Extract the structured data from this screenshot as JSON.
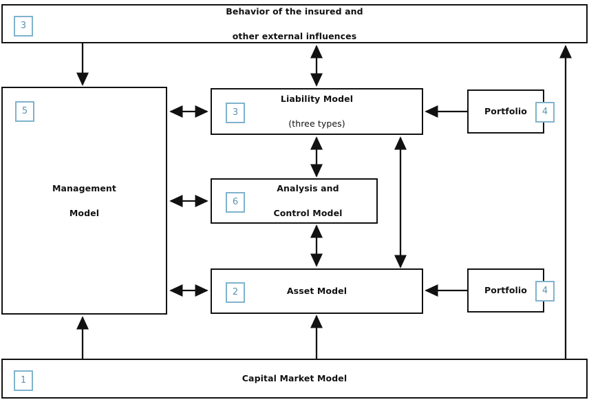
{
  "diagram": {
    "title_text_color": "#111111",
    "badge_color": "#7fb2cc",
    "badge_text_color": "#5a93b0",
    "line_color": "#111111",
    "nodes": {
      "behavior": {
        "badge": "3",
        "line1": "Behavior of the insured and",
        "line2": "other external influences"
      },
      "management": {
        "badge": "5",
        "line1": "Management",
        "line2": "Model"
      },
      "liability": {
        "badge": "3",
        "line1": "Liability Model",
        "line2": "(three types)"
      },
      "analysis": {
        "badge": "6",
        "line1": "Analysis and",
        "line2": "Control Model"
      },
      "asset": {
        "badge": "2",
        "line1": "Asset Model",
        "line2": ""
      },
      "portfolio_top": {
        "badge": "4",
        "line1": "Portfolio",
        "line2": ""
      },
      "portfolio_bottom": {
        "badge": "4",
        "line1": "Portfolio",
        "line2": ""
      },
      "capital_market": {
        "badge": "1",
        "line1": "Capital Market Model",
        "line2": ""
      }
    },
    "connections": [
      {
        "name": "behavior-to-management",
        "type": "single",
        "direction": "down"
      },
      {
        "name": "behavior-liability-bidirectional",
        "type": "double",
        "direction": "vertical"
      },
      {
        "name": "capitalmarket-to-behavior-right",
        "type": "single",
        "direction": "up"
      },
      {
        "name": "management-liability-bidirectional",
        "type": "double",
        "direction": "horizontal"
      },
      {
        "name": "management-analysis-bidirectional",
        "type": "double",
        "direction": "horizontal"
      },
      {
        "name": "management-asset-bidirectional",
        "type": "double",
        "direction": "horizontal"
      },
      {
        "name": "liability-analysis-bidirectional",
        "type": "double",
        "direction": "vertical"
      },
      {
        "name": "analysis-asset-bidirectional",
        "type": "double",
        "direction": "vertical"
      },
      {
        "name": "liability-asset-bidirectional",
        "type": "double",
        "direction": "vertical"
      },
      {
        "name": "portfolio-top-to-liability",
        "type": "single",
        "direction": "left"
      },
      {
        "name": "portfolio-bottom-to-asset",
        "type": "single",
        "direction": "left"
      },
      {
        "name": "capitalmarket-to-management",
        "type": "single",
        "direction": "up"
      },
      {
        "name": "capitalmarket-to-asset",
        "type": "single",
        "direction": "up"
      }
    ]
  }
}
